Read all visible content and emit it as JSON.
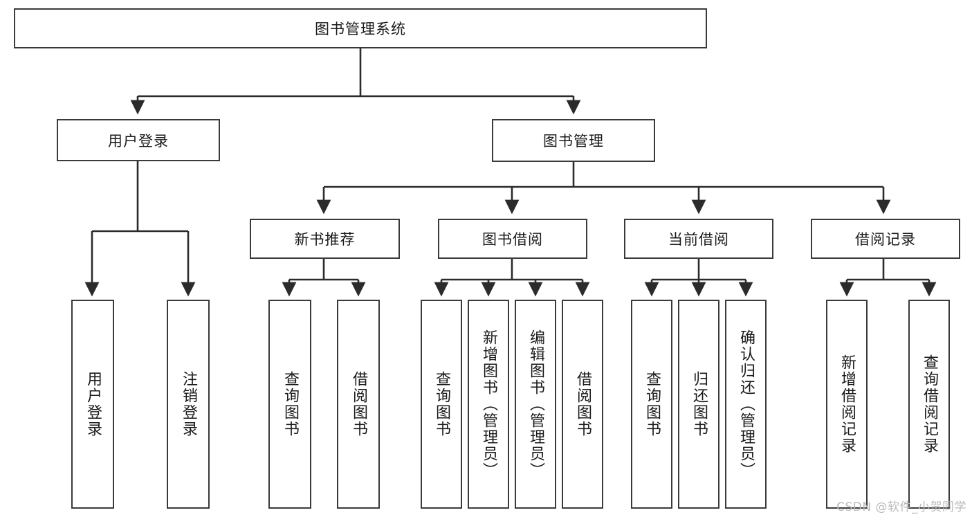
{
  "diagram": {
    "title": "图书管理系统",
    "type": "tree-hierarchy",
    "root": {
      "label": "图书管理系统"
    },
    "level1": [
      {
        "label": "用户登录"
      },
      {
        "label": "图书管理"
      }
    ],
    "level2": [
      {
        "label": "新书推荐"
      },
      {
        "label": "图书借阅"
      },
      {
        "label": "当前借阅"
      },
      {
        "label": "借阅记录"
      }
    ],
    "leaves": {
      "user_login": [
        {
          "label": "用户登录"
        },
        {
          "label": "注销登录"
        }
      ],
      "new_book_recommend": [
        {
          "label": "查询图书"
        },
        {
          "label": "借阅图书"
        }
      ],
      "book_borrow": [
        {
          "label": "查询图书"
        },
        {
          "label": "新增图书（管理员）"
        },
        {
          "label": "编辑图书（管理员）"
        },
        {
          "label": "借阅图书"
        }
      ],
      "current_borrow": [
        {
          "label": "查询图书"
        },
        {
          "label": "归还图书"
        },
        {
          "label": "确认归还（管理员）"
        }
      ],
      "borrow_record": [
        {
          "label": "新增借阅记录"
        },
        {
          "label": "查询借阅记录"
        }
      ]
    }
  },
  "watermark": {
    "text": "CSDN @软件_小贺同学"
  },
  "colors": {
    "box_border": "#3a3a3a",
    "box_fill": "#ffffff",
    "connector": "#2b2b2b",
    "text": "#1a1a1a",
    "watermark": "#b9b9b9"
  }
}
